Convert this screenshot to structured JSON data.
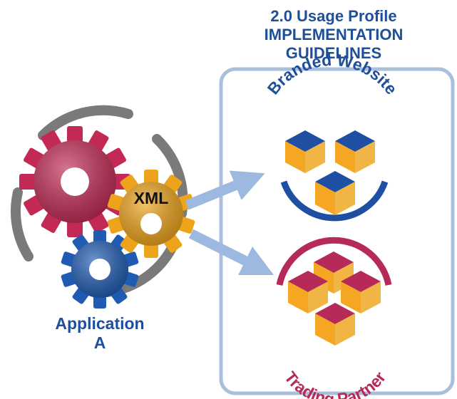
{
  "title": {
    "line1": "2.0 Usage Profile",
    "line2": "IMPLEMENTATION",
    "line3": "GUIDELINES"
  },
  "application": {
    "line1": "Application",
    "line2": "A",
    "gear_label": "XML"
  },
  "profiles": {
    "top": "Branded Website",
    "bottom": "Trading Partner"
  },
  "colors": {
    "title_blue": "#1d4f9a",
    "gear_red": "#c22a55",
    "gear_orange": "#eda31a",
    "gear_blue": "#1f5bb3",
    "cube_orange": "#f5a623",
    "cube_blue": "#1f4fa3",
    "cube_red": "#b52a56",
    "panel_border": "#a9bfdc",
    "arrow": "#9db9e0"
  }
}
